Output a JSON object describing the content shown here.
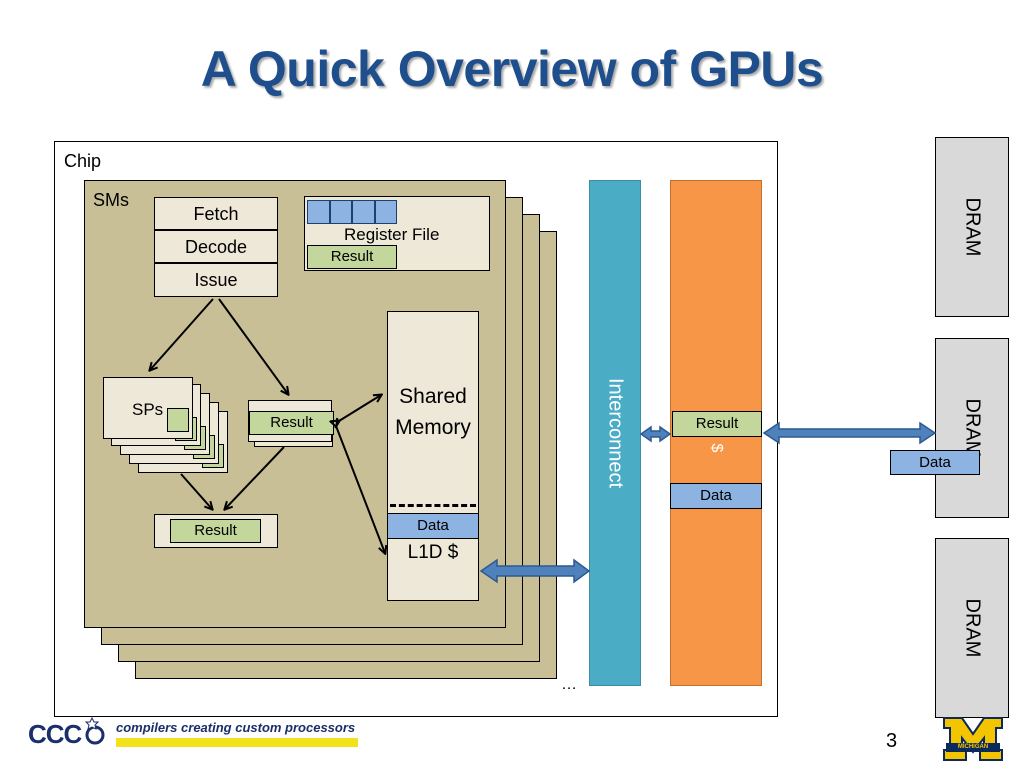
{
  "slide": {
    "title": "A Quick Overview of GPUs",
    "page_number": "3"
  },
  "chip": {
    "label": "Chip",
    "sms_label": "SMs",
    "ellipsis": "…",
    "pipeline": [
      "Fetch",
      "Decode",
      "Issue"
    ],
    "register_file": {
      "label": "Register File",
      "result": "Result"
    },
    "sps_label": "SPs",
    "result_mid": "Result",
    "result_bottom": "Result",
    "shared_memory": {
      "line1": "Shared",
      "line2": "Memory"
    },
    "l1": {
      "data": "Data",
      "label": "L1D $"
    }
  },
  "interconnect": {
    "label": "Interconnect"
  },
  "l2": {
    "label": "$",
    "result": "Result",
    "data": "Data"
  },
  "dram": {
    "labels": [
      "DRAM",
      "DRAM",
      "DRAM"
    ],
    "data": "Data"
  },
  "footer": {
    "logo_text": "CCC",
    "tagline": "compilers creating custom processors",
    "univ_logo_text": "MICHIGAN"
  },
  "colors": {
    "title": "#1f4e8c",
    "sm": "#c8bf96",
    "interconnect": "#4bacc6",
    "l2_cache": "#f79646",
    "result_green": "#c3d69b",
    "data_blue": "#8db3e2",
    "dram_gray": "#d9d9d9",
    "arrow_blue": "#4f81bd"
  }
}
